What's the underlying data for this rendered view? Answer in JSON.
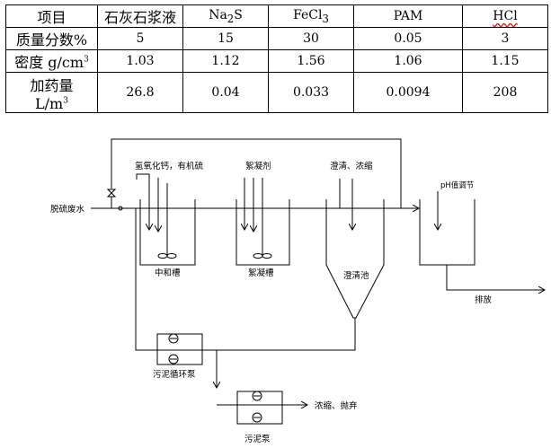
{
  "table": {
    "header": {
      "item": "项目",
      "limestone": "石灰石浆液",
      "na2s": {
        "base": "Na",
        "sub": "2",
        "rest": "S"
      },
      "fecl3": {
        "base": "FeCl",
        "sub": "3"
      },
      "pam": "PAM",
      "hcl": "HCl"
    },
    "rows": [
      {
        "label": "质量分数%",
        "values": [
          "5",
          "15",
          "30",
          "0.05",
          "3"
        ]
      },
      {
        "label_main": "密度 g/cm",
        "label_sup": "3",
        "values": [
          "1.03",
          "1.12",
          "1.56",
          "1.06",
          "1.15"
        ]
      },
      {
        "label_line1": "加药量",
        "label_line2": "L/m",
        "label_sup": "3",
        "values": [
          "26.8",
          "0.04",
          "0.033",
          "0.0094",
          "208"
        ]
      }
    ]
  },
  "diagram": {
    "inlet_label": "脱硫废水",
    "neutralization_reagents": "氢氧化钙，有机硫",
    "neutralization_tank": "中和槽",
    "flocculant": "絮凝剂",
    "flocculation_tank": "絮凝槽",
    "clarify_concentrate": "澄清、浓缩",
    "clarifier": "澄清池",
    "ph_adjust": "pH值调节",
    "discharge": "排放",
    "sludge_recycle_pump": "污泥循环泵",
    "sludge_pump": "污泥泵",
    "sludge_disposal": "浓缩、抛弃"
  }
}
